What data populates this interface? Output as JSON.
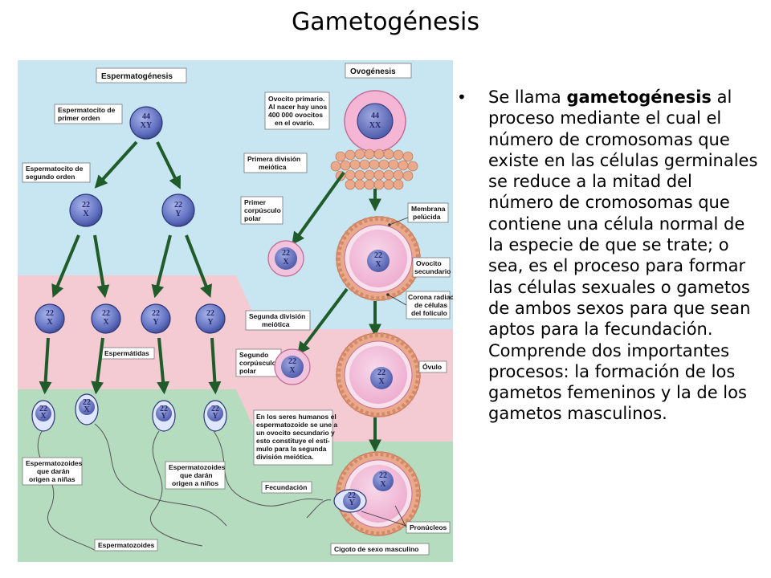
{
  "title": "Gametogénesis",
  "text": {
    "bullet": "•",
    "intro": "Se llama ",
    "term": "gametogénesis",
    "body": " al proceso mediante el cual el número de cromosomas que existe en las células germinales se reduce a la mitad del número de cromosomas que contiene una célula normal de la especie de que se trate; o sea, es el proceso para formar las células sexuales o gametos de ambos sexos para que sean aptos para la fecundación. Comprende dos importantes procesos: la formación de los gametos femeninos y la de los gametos masculinos."
  },
  "diagram": {
    "headers": {
      "sperm": "Espermatogénesis",
      "ovo": "Ovogénesis"
    },
    "labels": {
      "espermatocito1_a": "Espermatocito de",
      "espermatocito1_b": "primer orden",
      "espermatocito2_a": "Espermatocito de",
      "espermatocito2_b": "segundo orden",
      "espermatidas": "Espermátidas",
      "espermatozoides_ninas_a": "Espermatozoides",
      "espermatozoides_ninas_b": "que darán",
      "espermatozoides_ninas_c": "origen a niñas",
      "espermatozoides_ninos_a": "Espermatozoides",
      "espermatozoides_ninos_b": "que darán",
      "espermatozoides_ninos_c": "origen a niños",
      "espermatozoides": "Espermatozoides",
      "ovocito_primario_a": "Ovocito primario.",
      "ovocito_primario_b": "Al nacer hay unos",
      "ovocito_primario_c": "400 000 ovocitos",
      "ovocito_primario_d": "en el ovario.",
      "primera_division_a": "Primera división",
      "primera_division_b": "meiótica",
      "primer_corpusculo_a": "Primer",
      "primer_corpusculo_b": "corpúsculo",
      "primer_corpusculo_c": "polar",
      "membrana_a": "Membrana",
      "membrana_b": "pelúcida",
      "ovocito_secundario_a": "Ovocito",
      "ovocito_secundario_b": "secundario",
      "corona_a": "Corona radiada",
      "corona_b": "de células",
      "corona_c": "del folículo",
      "segunda_division_a": "Segunda división",
      "segunda_division_b": "meiótica",
      "segundo_corpusculo_a": "Segundo",
      "segundo_corpusculo_b": "corpúsculo",
      "segundo_corpusculo_c": "polar",
      "ovulo": "Óvulo",
      "nota_a": "En los seres humanos el",
      "nota_b": "espermatozoide se une a",
      "nota_c": "un ovocito secundario y",
      "nota_d": "esto constituye el estí-",
      "nota_e": "mulo para la segunda",
      "nota_f": "división meiótica.",
      "fecundacion": "Fecundación",
      "pronucleos": "Pronúcleos",
      "cigoto": "Cigoto de sexo masculino"
    },
    "chromosomes": {
      "n44": "44",
      "xy": "XY",
      "xx": "XX",
      "n22": "22",
      "x": "X",
      "y": "Y"
    },
    "colors": {
      "blue_band": "#c8e6f2",
      "pink_band": "#f4cbd3",
      "green_band": "#b6dcc0",
      "arrow": "#1f5c2a",
      "sperm_cell": "#5f6fbf",
      "egg_ring": "#e9a98a",
      "egg_cytoplasm": "#f2c3dc"
    }
  }
}
